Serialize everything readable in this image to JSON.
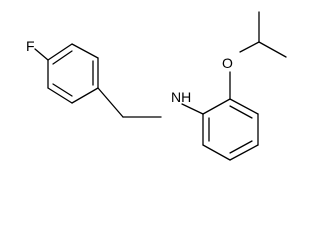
{
  "molecule": {
    "atoms": {
      "fluorine": "F",
      "amine": "NH",
      "ether_oxygen": "O"
    },
    "colors": {
      "bond": "#000000",
      "label": "#000000",
      "background": "#ffffff"
    }
  }
}
